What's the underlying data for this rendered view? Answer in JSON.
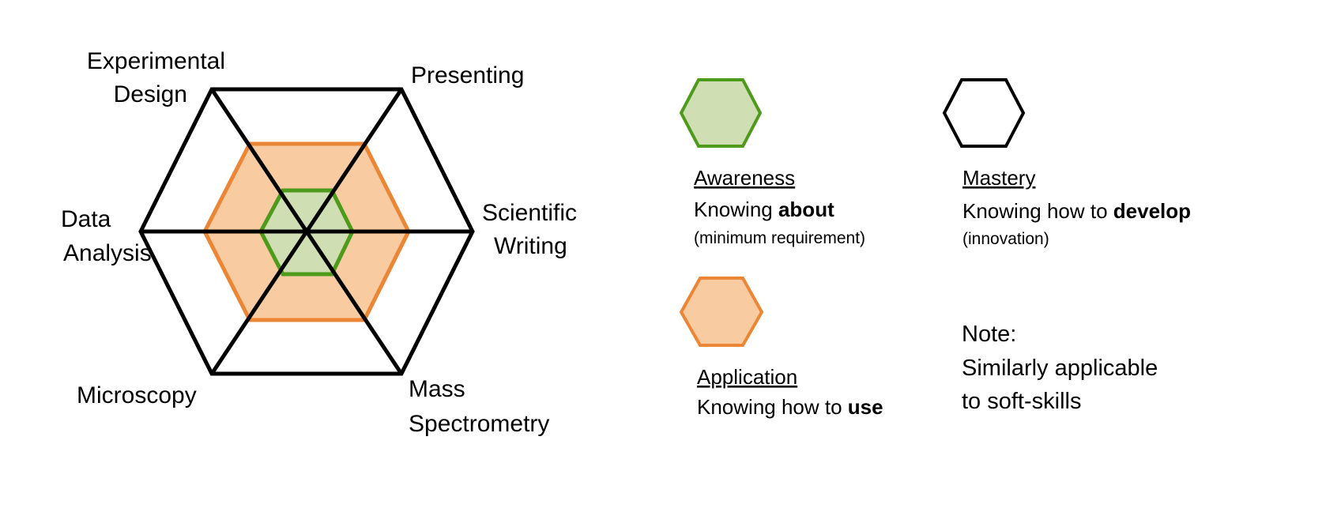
{
  "colors": {
    "awareness_stroke": "#4e9a1a",
    "awareness_fill": "#cfdfb3",
    "application_stroke": "#eb8636",
    "application_fill": "#f8cba0",
    "mastery_stroke": "#000000"
  },
  "axes": {
    "experimental_design": [
      "Experimental",
      "Design"
    ],
    "presenting": "Presenting",
    "scientific_writing": [
      "Scientific",
      "Writing"
    ],
    "mass_spectrometry": [
      "Mass",
      "Spectrometry"
    ],
    "microscopy": "Microscopy",
    "data_analysis": [
      "Data",
      "Analysis"
    ]
  },
  "legend": {
    "awareness": {
      "title": "Awareness",
      "desc_prefix": "Knowing ",
      "desc_bold": "about",
      "note": "(minimum requirement)"
    },
    "mastery": {
      "title": "Mastery",
      "desc_prefix": "Knowing how to ",
      "desc_bold": "develop",
      "note": "(innovation)"
    },
    "application": {
      "title": "Application",
      "desc_prefix": "Knowing how to ",
      "desc_bold": "use"
    }
  },
  "note": {
    "title": "Note:",
    "lines": [
      "Similarly applicable",
      "to soft-skills"
    ]
  }
}
